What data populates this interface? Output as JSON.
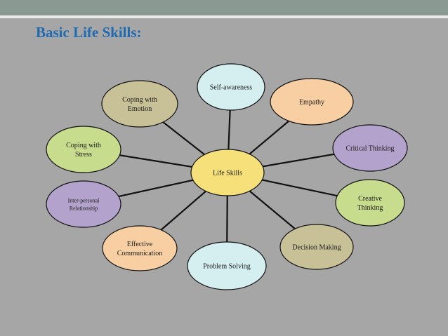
{
  "slide": {
    "title": "Basic Life Skills:"
  },
  "center": {
    "label": "Life Skills",
    "color": "#f6e07a"
  },
  "nodes": [
    {
      "id": "self-awareness",
      "lines": [
        "Self-awareness"
      ],
      "color": "#d5eef0"
    },
    {
      "id": "empathy",
      "lines": [
        "Empathy"
      ],
      "color": "#f8cfa3"
    },
    {
      "id": "critical-thinking",
      "lines": [
        "Critical Thinking"
      ],
      "color": "#b3a3cc"
    },
    {
      "id": "creative-thinking",
      "lines": [
        "Creative",
        "Thinking"
      ],
      "color": "#c7dc8d"
    },
    {
      "id": "decision-making",
      "lines": [
        "Decision Making"
      ],
      "color": "#c8c097"
    },
    {
      "id": "problem-solving",
      "lines": [
        "Problem Solving"
      ],
      "color": "#d5eef0"
    },
    {
      "id": "effective-communication",
      "lines": [
        "Effective",
        "Communication"
      ],
      "color": "#f8cfa3"
    },
    {
      "id": "inter-personal-relationship",
      "lines": [
        "Inter-personal",
        "Relationship"
      ],
      "color": "#b3a3cc"
    },
    {
      "id": "coping-with-stress",
      "lines": [
        "Coping with",
        "Stress"
      ],
      "color": "#c7dc8d"
    },
    {
      "id": "coping-with-emotion",
      "lines": [
        "Coping with",
        "Emotion"
      ],
      "color": "#c8c097"
    }
  ]
}
